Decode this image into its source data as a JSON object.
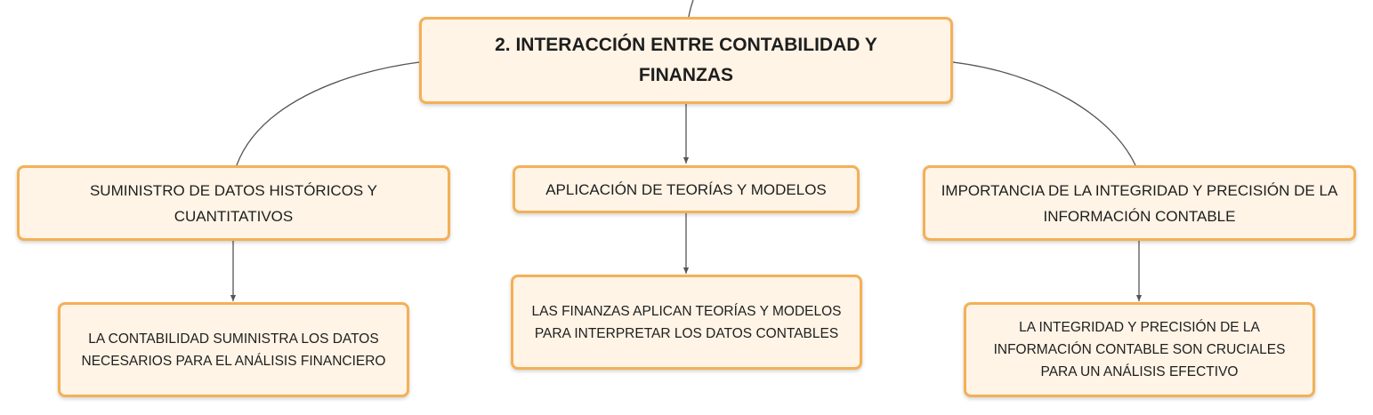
{
  "root": {
    "label": "2. INTERACCIÓN ENTRE CONTABILIDAD Y FINANZAS"
  },
  "branches": [
    {
      "label": "SUMINISTRO DE DATOS HISTÓRICOS Y CUANTITATIVOS",
      "child": "LA CONTABILIDAD SUMINISTRA LOS DATOS NECESARIOS PARA EL ANÁLISIS FINANCIERO"
    },
    {
      "label": "APLICACIÓN DE TEORÍAS Y MODELOS",
      "child": "LAS FINANZAS APLICAN TEORÍAS Y MODELOS PARA INTERPRETAR LOS DATOS CONTABLES"
    },
    {
      "label": "IMPORTANCIA DE LA INTEGRIDAD Y PRECISIÓN DE LA INFORMACIÓN CONTABLE",
      "child": "LA INTEGRIDAD Y PRECISIÓN DE LA INFORMACIÓN CONTABLE SON CRUCIALES PARA UN ANÁLISIS EFECTIVO"
    }
  ],
  "colors": {
    "node_fill": "#fff4e6",
    "node_border": "#f4b056",
    "text": "#1e1e1e",
    "connector": "#555555"
  }
}
